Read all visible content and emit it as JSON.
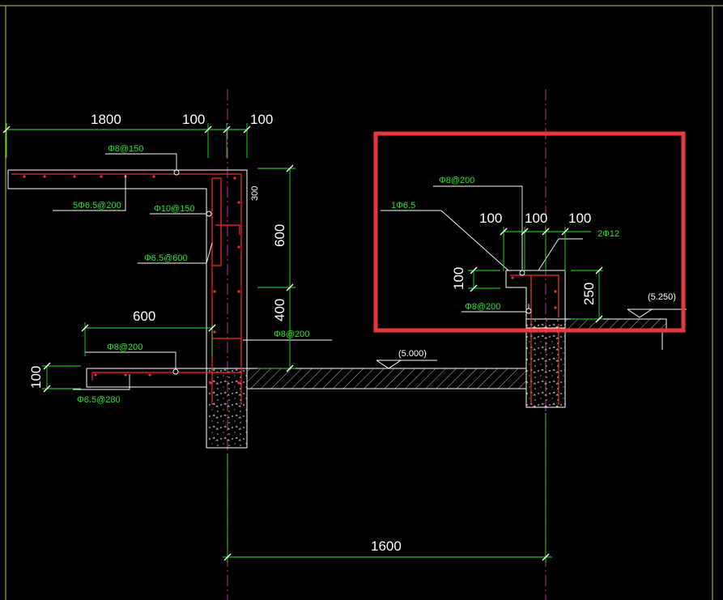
{
  "drawing": {
    "dimensions": {
      "d1800": "1800",
      "d100_top_a": "100",
      "d100_top_b": "100",
      "d300": "300",
      "d600_vert": "600",
      "d400_vert": "400",
      "d600_horiz": "600",
      "d100_left": "100",
      "d1600": "1600",
      "d100_r1": "100",
      "d100_r2": "100",
      "d100_r3": "100",
      "d100_r_left": "100",
      "d250": "250"
    },
    "rebar_labels": {
      "phi8_150": "Φ8@150",
      "n5_phi6_200": "5Φ6.5@200",
      "phi10_150": "Φ10@150",
      "phi6_600": "Φ6.5@600",
      "phi8_200_mid": "Φ8@200",
      "phi8_200_left": "Φ8@200",
      "phi6_280": "Φ6.5@280",
      "phi8_200_right_top": "Φ8@200",
      "one_phi6": "1Φ6.5",
      "two_phi12": "2Φ12",
      "phi8_200_right_bottom": "Φ8@200"
    },
    "elevations": {
      "e5000": "(5.000)",
      "e5250": "(5.250)"
    },
    "colors": {
      "background": "#000000",
      "dimension": "#29e829",
      "label": "#29e829",
      "rebar": "#ff2a2a",
      "outline": "#ffffff",
      "centerline": "#c0309c",
      "highlight": "#e8383a"
    }
  }
}
